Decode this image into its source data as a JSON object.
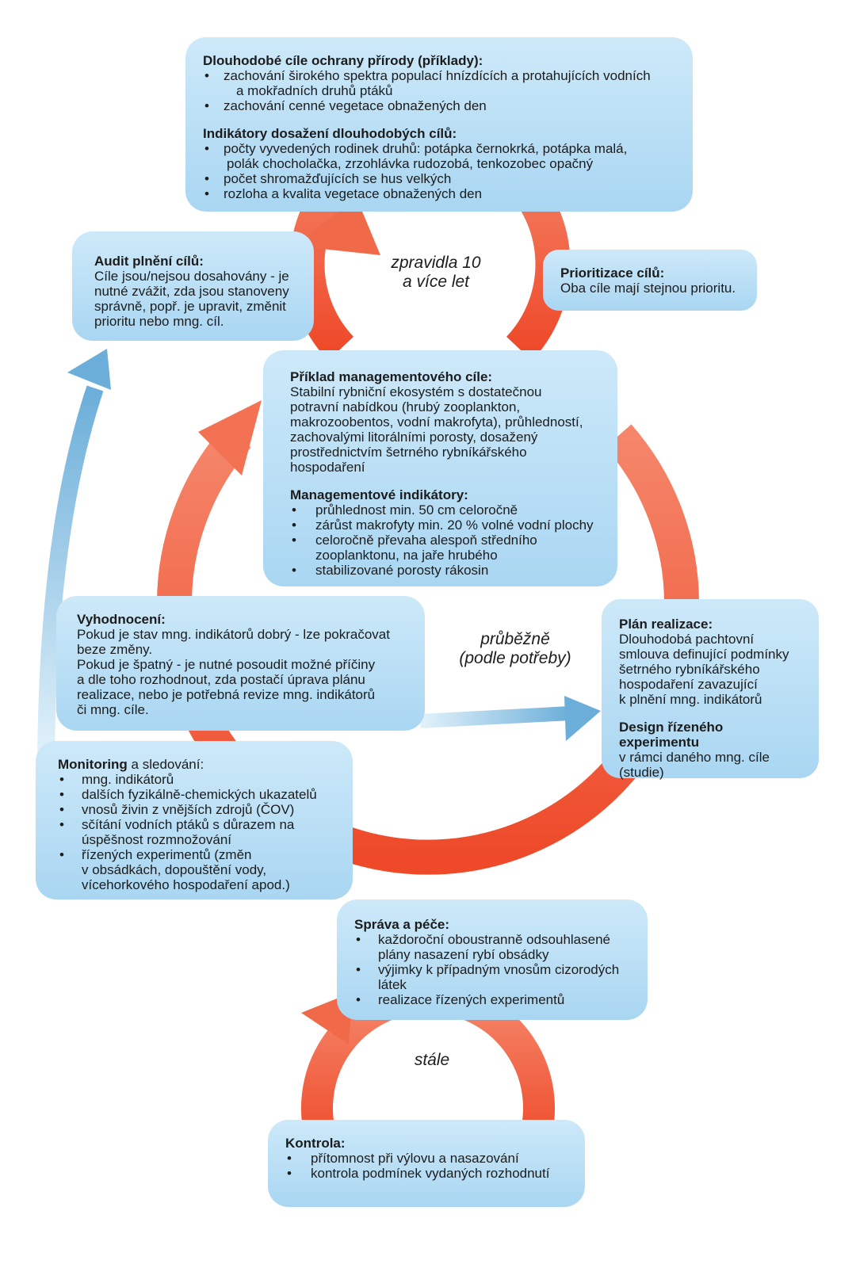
{
  "colors": {
    "cycle_arrow": "#f0502f",
    "cycle_arrow_light": "#f58a6e",
    "feedback_arrow": "#6baed9",
    "box_fill_top": "#cde9f9",
    "box_fill_bottom": "#a9d6f2"
  },
  "labels": {
    "top_cycle": [
      "zpravidla 10",
      "a více let"
    ],
    "middle_cycle": [
      "průběžně",
      "(podle potřeby)"
    ],
    "bottom_cycle": "stále"
  },
  "long_term": {
    "heading1": "Dlouhodobé cíle ochrany přírody (příklady):",
    "items1": [
      "zachování širokého spektra populací hnízdících a protahujících vodních",
      "zachování cenné vegetace obnažených den"
    ],
    "items1_cont": "a mokřadních druhů ptáků",
    "heading2": "Indikátory dosažení dlouhodobých cílů:",
    "items2": [
      "počty vyvedených rodinek druhů: potápka černokrká, potápka malá,",
      "počet shromažďujících se hus velkých",
      "rozloha a kvalita vegetace obnažených den"
    ],
    "items2_cont": "polák chocholačka, zrzohlávka rudozobá, tenkozobec opačný"
  },
  "audit": {
    "heading": "Audit plnění cílů:",
    "lines": [
      "Cíle jsou/nejsou dosahovány - je",
      "nutné zvážit, zda jsou stanoveny",
      "správně, popř. je upravit, změnit",
      "prioritu nebo mng. cíl."
    ]
  },
  "priority": {
    "heading": "Prioritizace cílů:",
    "text": "Oba cíle mají stejnou prioritu."
  },
  "management": {
    "heading1": "Příklad managementového cíle:",
    "lines": [
      "Stabilní rybniční ekosystém s dostatečnou",
      "potravní nabídkou (hrubý zooplankton,",
      "makrozoobentos, vodní makrofyta), průhledností,",
      "zachovalými litorálními porosty, dosažený",
      "prostřednictvím šetrného rybníkářského",
      "hospodaření"
    ],
    "heading2": "Managementové indikátory:",
    "items": [
      "průhlednost min. 50 cm celoročně",
      "zárůst makrofyty min. 20 % volné vodní plochy",
      "celoročně převaha alespoň středního",
      "stabilizované porosty rákosin"
    ],
    "item3_cont": "zooplanktonu, na jaře hrubého"
  },
  "evaluation": {
    "heading": "Vyhodnocení:",
    "lines": [
      "Pokud je stav mng. indikátorů dobrý - lze pokračovat",
      "beze změny.",
      "Pokud je špatný - je nutné posoudit možné příčiny",
      "a dle toho rozhodnout, zda postačí úprava plánu",
      "realizace, nebo je potřebná revize mng. indikátorů",
      "či mng. cíle."
    ]
  },
  "plan": {
    "heading1": "Plán realizace:",
    "lines1": [
      "Dlouhodobá pachtovní",
      "smlouva definující podmínky",
      "šetrného rybníkářského",
      "hospodaření zavazující",
      "k plnění mng. indikátorů"
    ],
    "heading2": "Design řízeného experimentu",
    "lines2": [
      "v rámci daného mng. cíle",
      "(studie)"
    ]
  },
  "monitoring": {
    "heading_bold": "Monitoring",
    "heading_rest": " a sledování:",
    "items": [
      "mng. indikátorů",
      "dalších fyzikálně-chemických ukazatelů",
      "vnosů živin z vnějších zdrojů (ČOV)",
      "sčítání vodních ptáků s důrazem na",
      "řízených experimentů (změn"
    ],
    "item4_cont": "úspěšnost rozmnožování",
    "item5_cont": [
      "v obsádkách, dopouštění vody,",
      "vícehorkového hospodaření apod.)"
    ]
  },
  "care": {
    "heading": "Správa a péče:",
    "items": [
      "každoroční oboustranně odsouhlasené",
      "výjimky k případným vnosům cizorodých",
      "realizace řízených experimentů"
    ],
    "item1_cont": "plány nasazení rybí obsádky",
    "item2_cont": "látek"
  },
  "control": {
    "heading": "Kontrola:",
    "items": [
      "přítomnost při výlovu a nasazování",
      "kontrola podmínek vydaných rozhodnutí"
    ]
  }
}
